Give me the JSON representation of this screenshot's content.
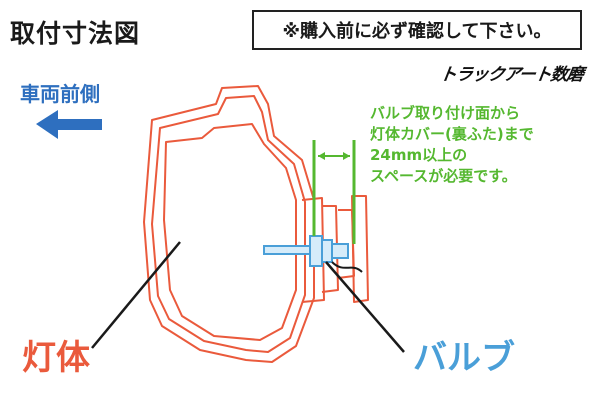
{
  "title": "取付寸法図",
  "notice": "※購入前に必ず確認して下さい。",
  "logo": "トラックアート数磨",
  "front_label": "車両前側",
  "note_lines": [
    "バルブ取り付け面から",
    "灯体カバー(裏ふた)まで",
    "24mm以上の",
    "スペースが必要です。"
  ],
  "label_body": "灯体",
  "label_bulb": "バルブ",
  "colors": {
    "lamp_outline": "#ea5a3c",
    "bulb": "#4a9fd8",
    "dimension": "#55b830",
    "arrow": "#2e6fbf",
    "leader": "#1a1a1a"
  },
  "icons": {
    "front_arrow": "arrow-left-icon"
  }
}
